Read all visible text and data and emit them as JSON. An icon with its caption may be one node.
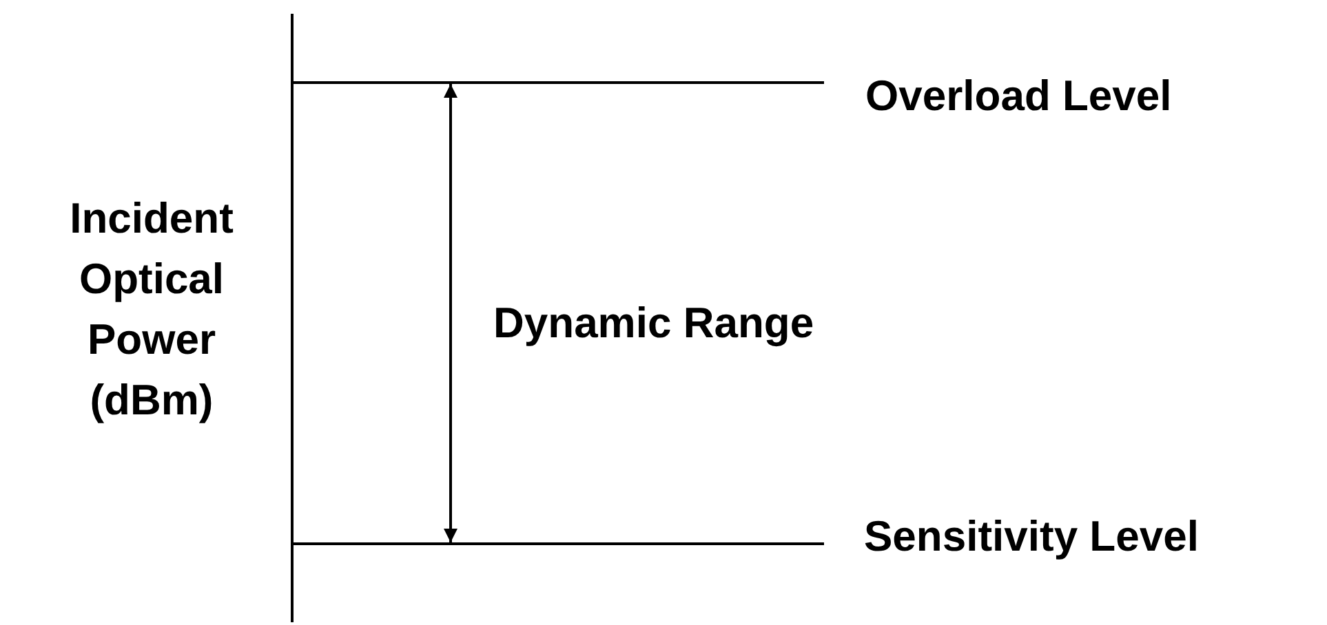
{
  "diagram": {
    "labels": [
      "Overload Level",
      "Incident Optical Power (dBm)",
      "Dynamic Range",
      "Sensitivity Level"
    ]
  }
}
